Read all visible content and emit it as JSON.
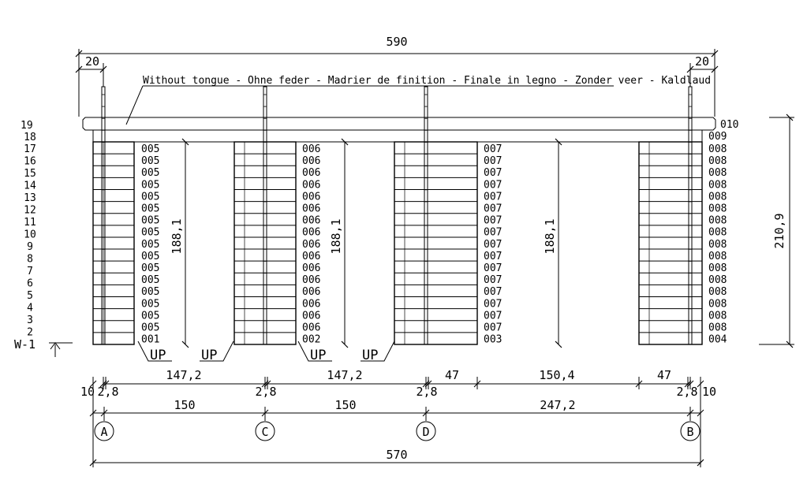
{
  "dimensions": {
    "overall_width": "590",
    "left_end": "20",
    "right_end": "20",
    "height": "210,9",
    "wall_height": "188,1",
    "opening_1": "147,2",
    "opening_2": "147,2",
    "pier_left": "47",
    "opening_3": "150,4",
    "pier_right": "47",
    "post_offset": "10",
    "post_width": "2,8",
    "axis_ac": "150",
    "axis_cd": "150",
    "axis_db": "247,2",
    "base_width": "570"
  },
  "callout": "Without tongue - Ohne feder - Madrier de finition - Finale in legno - Zonder veer - Kaldlaud",
  "row_labels": [
    "19",
    "18",
    "17",
    "16",
    "15",
    "14",
    "13",
    "12",
    "11",
    "10",
    "9",
    "8",
    "7",
    "6",
    "5",
    "4",
    "3",
    "2"
  ],
  "base_label": "W-1",
  "top_board_code": "010",
  "column_codes": {
    "col_a": {
      "top": "005",
      "bottom": "001"
    },
    "col_c": {
      "top": "006",
      "bottom": "002"
    },
    "col_d": {
      "top": "007",
      "bottom": "003"
    },
    "col_b": {
      "first": "009",
      "top": "008",
      "bottom": "004"
    }
  },
  "up_labels": [
    "UP",
    "UP",
    "UP",
    "UP"
  ],
  "axes": [
    "A",
    "C",
    "D",
    "B"
  ]
}
